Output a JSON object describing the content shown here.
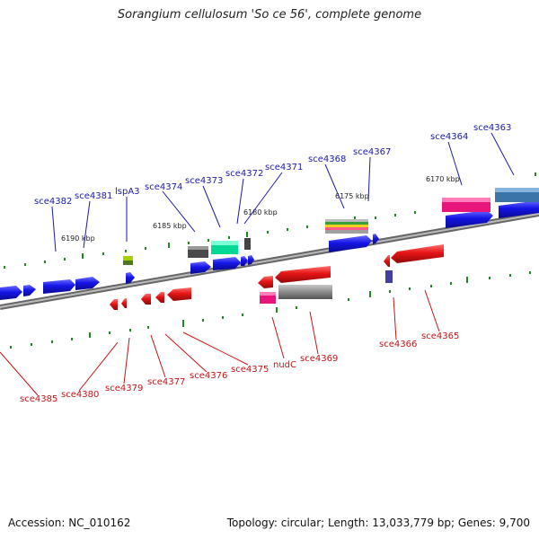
{
  "title": "Sorangium cellulosum 'So ce 56', complete genome",
  "footer": {
    "accession": "Accession: NC_010162",
    "summary": "Topology: circular; Length: 13,033,779 bp; Genes: 9,700"
  },
  "colors": {
    "forward": "#1515e6",
    "reverse": "#e61414",
    "callout_top": "#1a1aa8",
    "callout_bottom": "#c41414",
    "tick": "#1f8a1f",
    "backbone": "#8a8a8a"
  },
  "kbp_labels": [
    "6190 kbp",
    "6185 kbp",
    "6180 kbp",
    "6175 kbp",
    "6170 kbp"
  ],
  "top_genes": [
    "sce4382",
    "sce4381",
    "lspA3",
    "sce4374",
    "sce4373",
    "sce4372",
    "sce4371",
    "sce4368",
    "sce4367",
    "sce4364",
    "sce4363"
  ],
  "bottom_genes": [
    "sce4385",
    "sce4380",
    "sce4379",
    "sce4377",
    "sce4376",
    "sce4375",
    "nudC",
    "sce4369",
    "sce4366",
    "sce4365"
  ]
}
